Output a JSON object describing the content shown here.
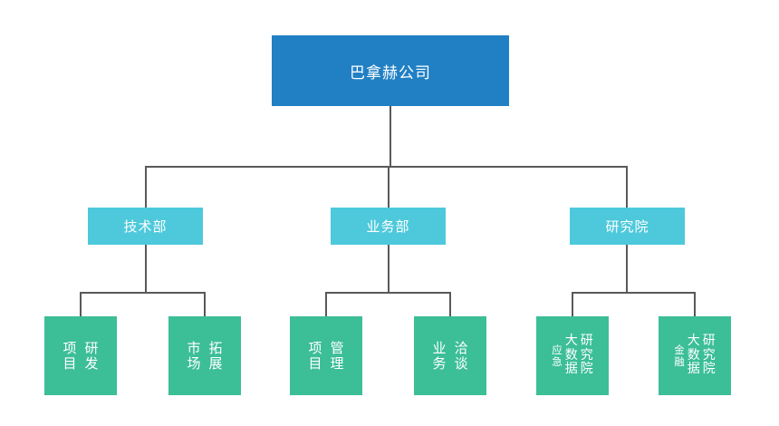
{
  "chart_data": {
    "type": "diagram",
    "diagram_type": "organizational-chart",
    "title": "",
    "orientation": "top-down",
    "colors": {
      "root": "#2180c4",
      "level2": "#4ec9db",
      "level3": "#3cbe97",
      "connector": "#595959",
      "node_text": "#ffffff",
      "background": "#ffffff"
    },
    "levels": 3,
    "nodes": [
      {
        "id": "root",
        "label": "巴拿赫公司",
        "level": 1,
        "parent": null
      },
      {
        "id": "tech",
        "label": "技术部",
        "level": 2,
        "parent": "root"
      },
      {
        "id": "biz",
        "label": "业务部",
        "level": 2,
        "parent": "root"
      },
      {
        "id": "res",
        "label": "研究院",
        "level": 2,
        "parent": "root"
      },
      {
        "id": "leaf1",
        "label": "研发项目",
        "columns": [
          "研发",
          "项目"
        ],
        "level": 3,
        "parent": "tech"
      },
      {
        "id": "leaf2",
        "label": "拓展市场",
        "columns": [
          "拓展",
          "市场"
        ],
        "level": 3,
        "parent": "tech"
      },
      {
        "id": "leaf3",
        "label": "管理项目",
        "columns": [
          "管理",
          "项目"
        ],
        "level": 3,
        "parent": "biz"
      },
      {
        "id": "leaf4",
        "label": "洽谈业务",
        "columns": [
          "洽谈",
          "业务"
        ],
        "level": 3,
        "parent": "biz"
      },
      {
        "id": "leaf5",
        "label": "研究院大数据应急",
        "columns": [
          "研究院",
          "大数据",
          "应急"
        ],
        "level": 3,
        "parent": "res"
      },
      {
        "id": "leaf6",
        "label": "研究院大数据金融",
        "columns": [
          "研究院",
          "大数据",
          "金融"
        ],
        "level": 3,
        "parent": "res"
      }
    ]
  },
  "root": {
    "label": "巴拿赫公司"
  },
  "departments": [
    {
      "label": "技术部"
    },
    {
      "label": "业务部"
    },
    {
      "label": "研究院"
    }
  ],
  "leaves": [
    {
      "label": "研发项目",
      "col_a": "研发",
      "col_b": "项目"
    },
    {
      "label": "拓展市场",
      "col_a": "拓展",
      "col_b": "市场"
    },
    {
      "label": "管理项目",
      "col_a": "管理",
      "col_b": "项目"
    },
    {
      "label": "洽谈业务",
      "col_a": "洽谈",
      "col_b": "业务"
    },
    {
      "label": "研究院大数据应急",
      "col_a": "研究院",
      "col_b": "大数据",
      "col_c": "应急"
    },
    {
      "label": "研究院大数据金融",
      "col_a": "研究院",
      "col_b": "大数据",
      "col_c": "金融"
    }
  ]
}
